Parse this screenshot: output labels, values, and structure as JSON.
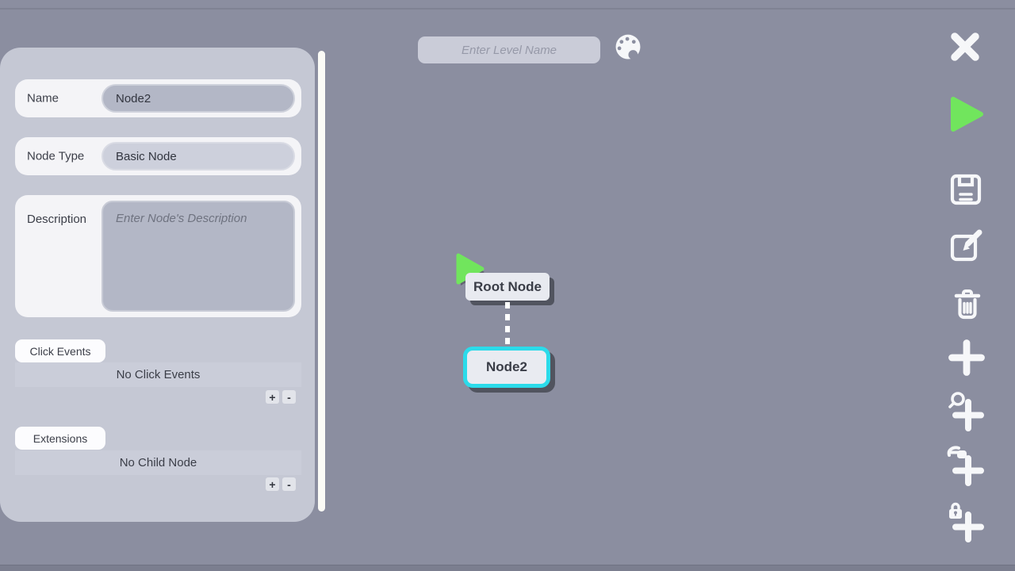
{
  "header": {
    "level_name_input": {
      "value": "",
      "placeholder": "Enter Level Name"
    }
  },
  "inspector": {
    "name": {
      "label": "Name",
      "value": "Node2"
    },
    "node_type": {
      "label": "Node Type",
      "value": "Basic Node"
    },
    "description": {
      "label": "Description",
      "value": "",
      "placeholder": "Enter Node's Description"
    },
    "click_events": {
      "tab_label": "Click Events",
      "empty_text": "No Click Events",
      "add_label": "+",
      "remove_label": "-"
    },
    "extensions": {
      "tab_label": "Extensions",
      "empty_text": "No Child Node",
      "add_label": "+",
      "remove_label": "-"
    }
  },
  "canvas": {
    "nodes": [
      {
        "label": "Root Node",
        "type": "root",
        "selected": false,
        "has_play_marker": true
      },
      {
        "label": "Node2",
        "type": "basic",
        "selected": true
      }
    ],
    "connector_style": "dashed-white"
  },
  "toolbar": {
    "icons": [
      "close-icon",
      "play-icon",
      "save-icon",
      "edit-icon",
      "trash-icon",
      "add-node-icon",
      "zoom-add-icon",
      "grab-add-icon",
      "lock-add-icon"
    ]
  },
  "colors": {
    "background": "#8b8ea0",
    "panel": "#c5c8d4",
    "row_white": "#f4f4f7",
    "input_dark": "#b3b7c6",
    "input_light": "#cdd0dc",
    "accent_green": "#71e55d",
    "accent_cyan": "#2bdbea",
    "node_shadow": "#51545f",
    "icon_white": "#f6f7f9"
  }
}
